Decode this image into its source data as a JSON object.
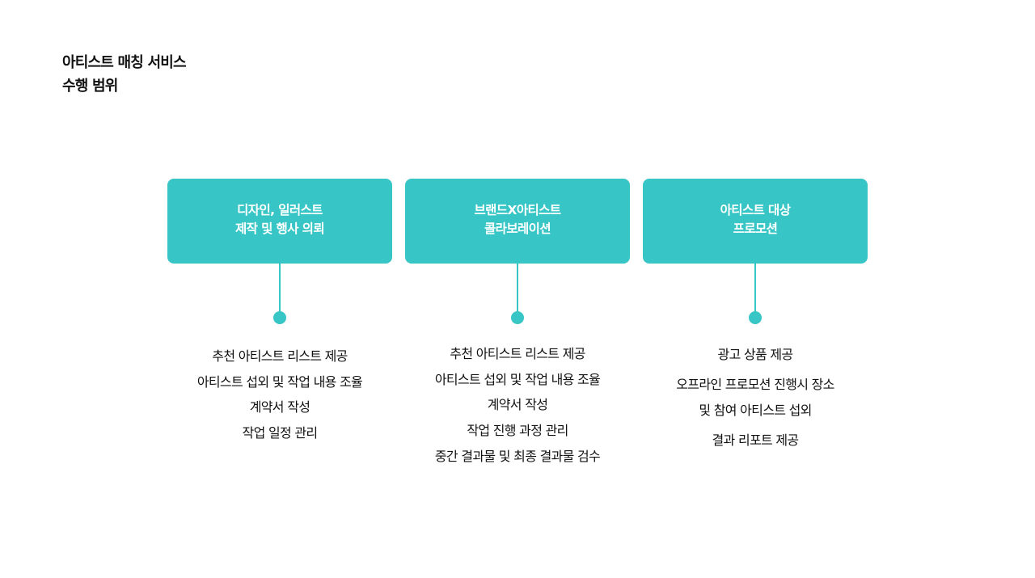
{
  "title": {
    "line1": "아티스트 매칭 서비스",
    "line2": "수행 범위"
  },
  "accent_color": "#38C5C5",
  "columns": [
    {
      "heading": [
        "디자인, 일러스트",
        "제작 및 행사 의뢰"
      ],
      "items": [
        "추천 아티스트 리스트 제공",
        "아티스트 섭외 및 작업 내용 조율",
        "계약서 작성",
        "작업 일정 관리"
      ]
    },
    {
      "heading": [
        "브랜드X아티스트",
        "콜라보레이션"
      ],
      "items": [
        "추천 아티스트 리스트 제공",
        "아티스트 섭외 및 작업 내용 조율",
        "계약서 작성",
        "작업 진행 과정 관리",
        "중간 결과물 및 최종 결과물 검수"
      ]
    },
    {
      "heading": [
        "아티스트 대상",
        "프로모션"
      ],
      "items": [
        "광고 상품 제공",
        "오프라인 프로모션 진행시 장소",
        "및 참여 아티스트 섭외",
        "결과 리포트 제공"
      ]
    }
  ]
}
